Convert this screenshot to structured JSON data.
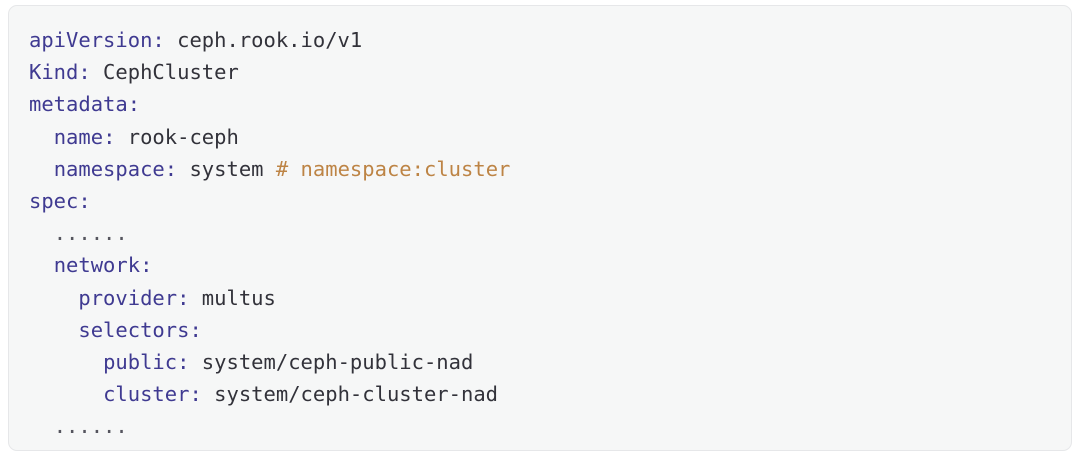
{
  "panel": {
    "language": "yaml",
    "background_color": "#f6f7f7",
    "border_color": "#e6e7e9",
    "key_color": "#3f3a91",
    "value_color": "#32323a",
    "comment_color": "#bd8445"
  },
  "code": {
    "lines": [
      {
        "indent": 0,
        "key": "apiVersion",
        "colon": ":",
        "value": " ceph.rook.io/v1",
        "comment": ""
      },
      {
        "indent": 0,
        "key": "Kind",
        "colon": ":",
        "value": " CephCluster",
        "comment": ""
      },
      {
        "indent": 0,
        "key": "metadata",
        "colon": ":",
        "value": "",
        "comment": ""
      },
      {
        "indent": 2,
        "key": "name",
        "colon": ":",
        "value": " rook-ceph",
        "comment": ""
      },
      {
        "indent": 2,
        "key": "namespace",
        "colon": ":",
        "value": " system ",
        "comment": "# namespace:cluster"
      },
      {
        "indent": 0,
        "key": "spec",
        "colon": ":",
        "value": "",
        "comment": ""
      },
      {
        "indent": 2,
        "key": "",
        "colon": "",
        "value": "",
        "comment": "",
        "ellipsis": "......"
      },
      {
        "indent": 2,
        "key": "network",
        "colon": ":",
        "value": "",
        "comment": ""
      },
      {
        "indent": 4,
        "key": "provider",
        "colon": ":",
        "value": " multus",
        "comment": ""
      },
      {
        "indent": 4,
        "key": "selectors",
        "colon": ":",
        "value": "",
        "comment": ""
      },
      {
        "indent": 6,
        "key": "public",
        "colon": ":",
        "value": " system/ceph-public-nad",
        "comment": ""
      },
      {
        "indent": 6,
        "key": "cluster",
        "colon": ":",
        "value": " system/ceph-cluster-nad",
        "comment": ""
      },
      {
        "indent": 2,
        "key": "",
        "colon": "",
        "value": "",
        "comment": "",
        "ellipsis": "......"
      }
    ],
    "plain_text": "apiVersion: ceph.rook.io/v1\nKind: CephCluster\nmetadata:\n  name: rook-ceph\n  namespace: system # namespace:cluster\nspec:\n  ......\n  network:\n    provider: multus\n    selectors:\n      public: system/ceph-public-nad\n      cluster: system/ceph-cluster-nad\n  ......"
  }
}
